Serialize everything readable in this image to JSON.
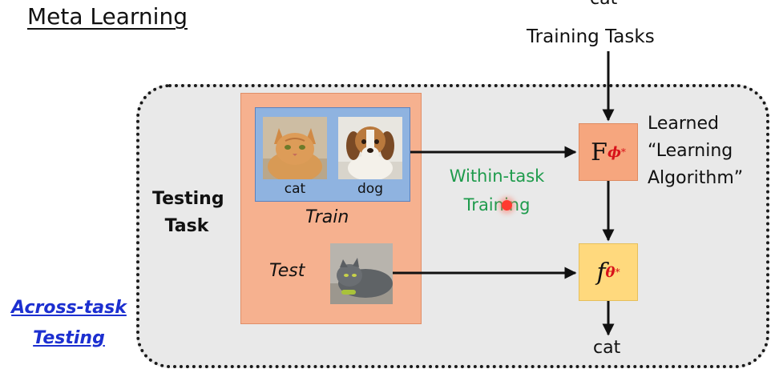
{
  "title": "Meta Learning",
  "top_output_label": "cat",
  "training_tasks_label": "Training Tasks",
  "testing_task": {
    "line1": "Testing",
    "line2": "Task"
  },
  "train_images": [
    {
      "label": "cat"
    },
    {
      "label": "dog"
    }
  ],
  "train_label": "Train",
  "test_label": "Test",
  "within_task": {
    "line1": "Within-task",
    "line2": "Training"
  },
  "learned_algorithm": {
    "line1": "Learned",
    "line2": "“Learning",
    "line3": "Algorithm”"
  },
  "meta_learner": {
    "symbol": "F",
    "subscript": "ϕ",
    "superscript": "*"
  },
  "learned_function": {
    "symbol": "f",
    "subscript": "θ",
    "superscript": "*"
  },
  "bottom_output_label": "cat",
  "across_task": {
    "line1": "Across-task",
    "line2": "Testing"
  },
  "colors": {
    "orange_panel": "#f6b18f",
    "blue_panel": "#8fb3e0",
    "F_box": "#f6a67e",
    "f_box": "#ffd97d",
    "green_text": "#1e9b4c",
    "blue_text": "#1c2fd0",
    "subscript_red": "#d8121a"
  }
}
